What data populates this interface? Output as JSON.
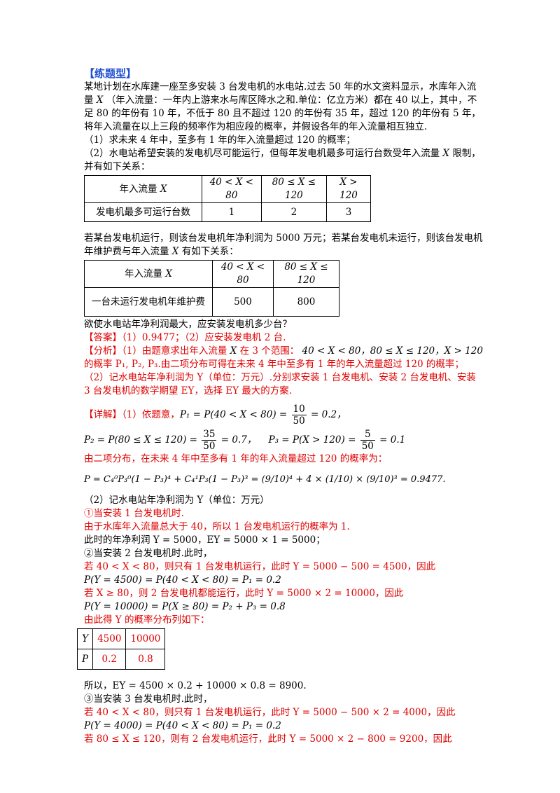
{
  "heading": "【练题型】",
  "problem": {
    "intro": "某地计划在水库建一座至多安装 3 台发电机的水电站.过去 50 年的水文资料显示，水库年入流量",
    "intro_var": "X",
    "intro2": "（年入流量：一年内上游来水与库区降水之和.单位：亿立方米）都在 40 以上，其中，不足 80 的年份有 10 年，不低于 80 且不超过 120 的年份有 35 年，超过 120 的年份有 5 年，将年入流量在以上三段的频率作为相应段的概率，并假设各年的年入流量相互独立.",
    "q1": "（1）求未来 4 年中，至多有 1 年的年入流量超过 120 的概率；",
    "q2a": "（2）水电站希望安装的发电机尽可能运行，但每年发电机最多可运行台数受年入流量",
    "q2var": "X",
    "q2b": "限制，并有如下关系：",
    "table1": {
      "row1_label": "年入流量",
      "row1_var": "X",
      "ranges": [
        "40 < X < 80",
        "80 ≤ X ≤ 120",
        "X > 120"
      ],
      "row2_label": "发电机最多可运行台数",
      "counts": [
        "1",
        "2",
        "3"
      ]
    },
    "mid1": "若某台发电机运行，则该台发电机年净利润为 5000 万元；若某台发电机未运行，则该台发电机年维护费与年入流量",
    "mid_var": "X",
    "mid2": "有如下关系：",
    "table2": {
      "row1_label": "年入流量",
      "row1_var": "X",
      "ranges": [
        "40 < X < 80",
        "80 ≤ X ≤ 120"
      ],
      "row2_label": "一台未运行发电机年维护费",
      "fees": [
        "500",
        "800"
      ]
    },
    "question": "欲使水电站年净利润最大，应安装发电机多少台？"
  },
  "answer": {
    "label": "【答案】",
    "text": "（1）0.9477；（2）应安装发电机 2 台."
  },
  "analysis": {
    "label": "【分析】",
    "l1": "（1）由题意求出年入流量",
    "l1b": "在 3 个范围：",
    "ranges": "40 < X < 80，80 ≤ X ≤ 120，X > 120",
    "l2": "的概率 P₁, P₂, P₃.由二项分布可得在未来 4 年中至多有 1 年的年入流量超过 120 的概率；",
    "l3": "（2）记水电站年净利润为 Y（单位：万元）.分别求安装 1 台发电机、安装 2 台发电机、安装 3 台发电机的数学期望 EY，选择 EY 最大的方案."
  },
  "detail": {
    "label": "【详解】",
    "d1": "（1）依题意，P₁ = P(40 < X < 80) =",
    "d1_num": "10",
    "d1_den": "50",
    "d1_tail": "= 0.2，",
    "d2": "P₂ = P(80 ≤ X ≤ 120) =",
    "d2_num": "35",
    "d2_den": "50",
    "d2_tail": "= 0.7，",
    "d3": "P₃ = P(X > 120) =",
    "d3_num": "5",
    "d3_den": "50",
    "d3_tail": "= 0.1",
    "binom": "由二项分布，在未来 4 年中至多有 1 年的年入流量超过 120 的概率为：",
    "formula": "P = C₄⁰P₃⁰(1 − P₃)⁴ + C₄¹P₃(1 − P₃)³ = (9/10)⁴ + 4 × (1/10) × (9/10)³ = 0.9477.",
    "part2": "（2）记水电站年净利润为 Y（单位：万元）",
    "c1": "①当安装 1 台发电机时.",
    "c1a": "由于水库年入流量总大于 40，所以 1 台发电机运行的概率为 1.",
    "c1b": "此时的年净利润 Y = 5000，EY = 5000 × 1 = 5000；",
    "c2": "②当安装 2 台发电机时.此时，",
    "c2a": "若 40 < X < 80，则只有 1 台发电机运行，此时 Y = 5000 − 500 = 4500，因此",
    "c2b": "P(Y = 4500) = P(40 < X < 80) = P₁ = 0.2",
    "c2c": "若 X ≥ 80，则 2 台发电机都能运行，此时 Y = 5000 × 2 = 10000，因此",
    "c2d": "P(Y = 10000) = P(X ≥ 80) = P₂ + P₃ = 0.8",
    "c2e": "由此得 Y 的概率分布列如下：",
    "table3": {
      "h1": "Y",
      "v1": [
        "4500",
        "10000"
      ],
      "h2": "P",
      "v2": [
        "0.2",
        "0.8"
      ]
    },
    "c2f": "所以，EY = 4500 × 0.2 + 10000 × 0.8 = 8900.",
    "c3": "③当安装 3 台发电机时.此时，",
    "c3a": "若 40 < X < 80，则只有 1 台发电机运行，此时 Y = 5000 − 500 × 2 = 4000，因此",
    "c3b": "P(Y = 4000) = P(40 < X < 80) = P₁ = 0.2",
    "c3c": "若 80 ≤ X ≤ 120，则有 2 台发电机运行，此时 Y = 5000 × 2 − 800 = 9200，因此"
  }
}
